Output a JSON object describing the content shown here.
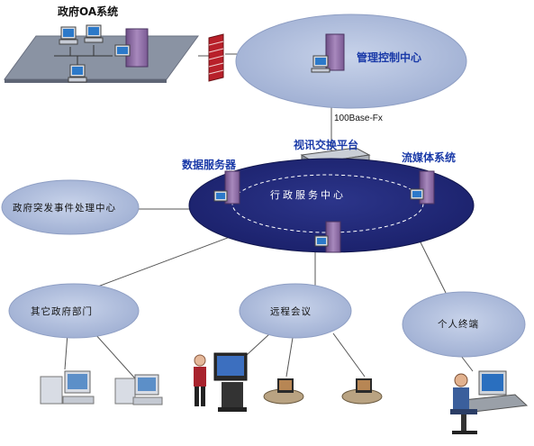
{
  "oa_title": "政府OA系统",
  "control_center": "管理控制中心",
  "link_label": "100Base-Fx",
  "video_platform": "视讯交换平台",
  "data_servers": "数据服务器",
  "streaming": "流媒体系统",
  "admin_center": "行政服务中心",
  "emergency_center": "政府突发事件处理中心",
  "other_depts": "其它政府部门",
  "remote_meeting": "远程会议",
  "personal_terminal": "个人终端",
  "colors": {
    "ellipse_fill": "#a9b8d8",
    "center_fill": "#222a78",
    "label_blue": "#1a3aa8",
    "server_purple": "#8b6aa0"
  }
}
